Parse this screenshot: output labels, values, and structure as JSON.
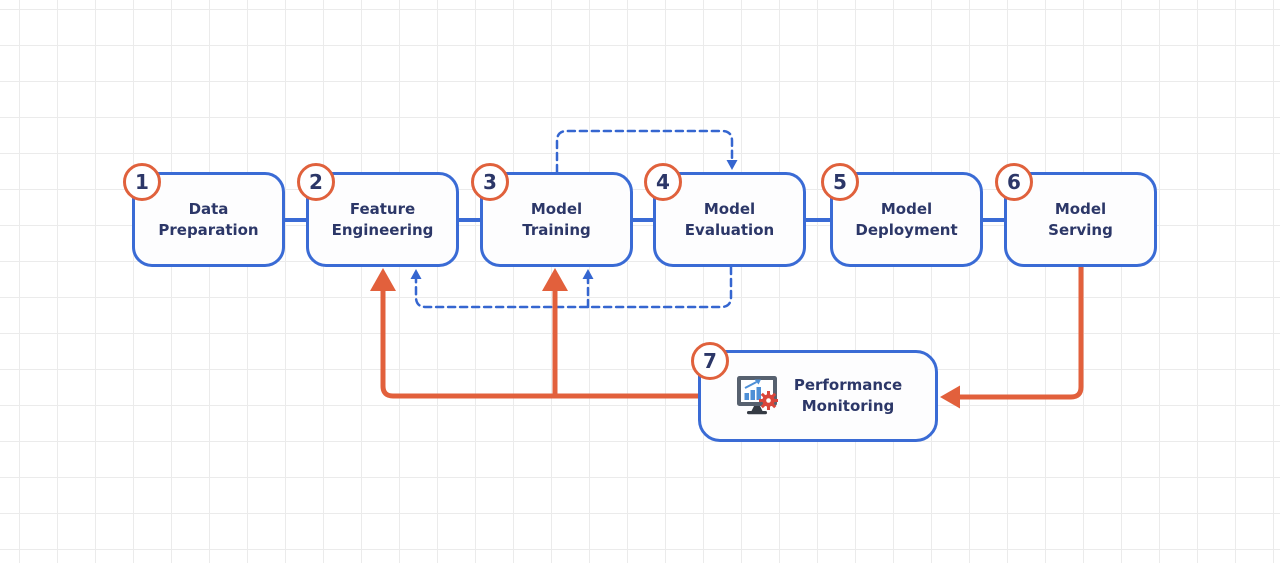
{
  "diagram": {
    "nodes": [
      {
        "number": "1",
        "line1": "Data",
        "line2": "Preparation"
      },
      {
        "number": "2",
        "line1": "Feature",
        "line2": "Engineering"
      },
      {
        "number": "3",
        "line1": "Model",
        "line2": "Training"
      },
      {
        "number": "4",
        "line1": "Model",
        "line2": "Evaluation"
      },
      {
        "number": "5",
        "line1": "Model",
        "line2": "Deployment"
      },
      {
        "number": "6",
        "line1": "Model",
        "line2": "Serving"
      },
      {
        "number": "7",
        "line1": "Performance",
        "line2": "Monitoring",
        "icon": "monitor-chart-gear-icon"
      }
    ],
    "edges": [
      {
        "from": "1",
        "to": "2",
        "style": "solid",
        "color": "blue"
      },
      {
        "from": "2",
        "to": "3",
        "style": "solid",
        "color": "blue"
      },
      {
        "from": "3",
        "to": "4",
        "style": "solid",
        "color": "blue"
      },
      {
        "from": "4",
        "to": "5",
        "style": "solid",
        "color": "blue"
      },
      {
        "from": "5",
        "to": "6",
        "style": "solid",
        "color": "blue"
      },
      {
        "from": "3",
        "to": "4",
        "style": "dashed",
        "color": "blue",
        "route": "over-top"
      },
      {
        "from": "4",
        "to": "2",
        "style": "dashed",
        "color": "blue",
        "route": "under-bottom"
      },
      {
        "from": "4",
        "to": "3",
        "style": "dashed",
        "color": "blue",
        "route": "under-bottom"
      },
      {
        "from": "6",
        "to": "7",
        "style": "solid",
        "color": "orange"
      },
      {
        "from": "7",
        "to": "2",
        "style": "solid",
        "color": "orange"
      },
      {
        "from": "7",
        "to": "3",
        "style": "solid",
        "color": "orange"
      }
    ],
    "colors": {
      "node_border": "#3a6bd5",
      "node_fill": "#fdfdfe",
      "label_text": "#2c3768",
      "badge_ring": "#e0613c",
      "badge_fill": "#ffffff",
      "badge_text": "#2c3768",
      "dashed_connector": "#3566d0",
      "orange_connector": "#e2603c",
      "grid_line": "#ebebeb",
      "canvas_bg": "#ffffff",
      "icon_frame": "#57616f",
      "icon_chart": "#4d8fd6",
      "icon_gear": "#d9453a",
      "icon_stand": "#353b44"
    }
  }
}
